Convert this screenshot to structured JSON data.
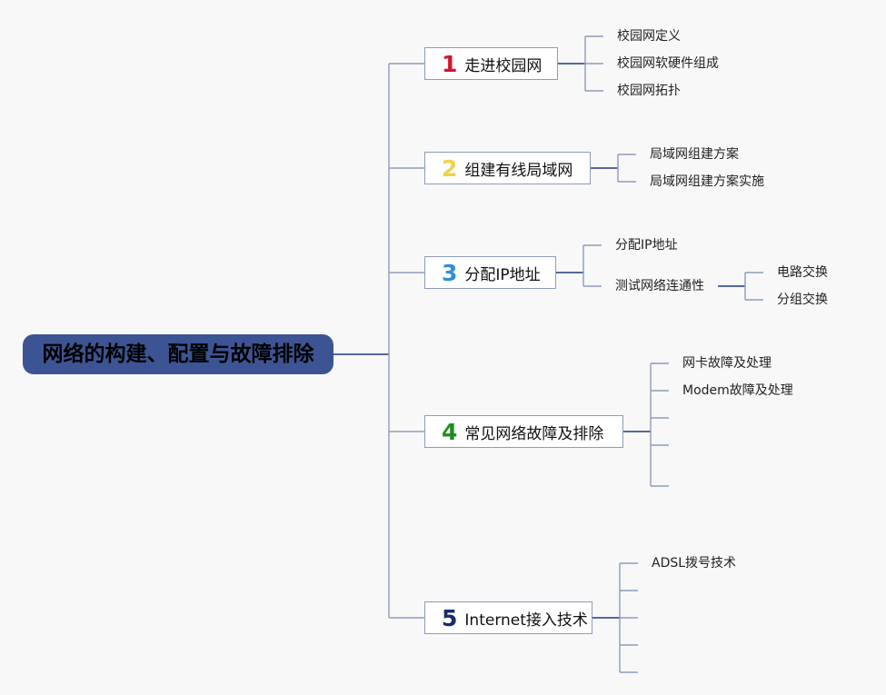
{
  "root": {
    "title": "网络的构建、配置与故障排除"
  },
  "branches": [
    {
      "num": "1",
      "color": "#d1172f",
      "label": "走进校园网",
      "children": [
        "校园网定义",
        "校园网软硬件组成",
        "校园网拓扑"
      ]
    },
    {
      "num": "2",
      "color": "#f0d24a",
      "label": "组建有线局域网",
      "children": [
        "局域网组建方案",
        "局域网组建方案实施"
      ]
    },
    {
      "num": "3",
      "color": "#2f8fd6",
      "label": "分配IP地址",
      "children": [
        "分配IP地址",
        "测试网络连通性"
      ],
      "grandchildren": [
        "电路交换",
        "分组交换"
      ]
    },
    {
      "num": "4",
      "color": "#1f8e1f",
      "label": "常见网络故障及排除",
      "children": [
        "网卡故障及处理",
        "Modem故障及处理",
        "",
        "",
        ""
      ]
    },
    {
      "num": "5",
      "color": "#1b2a6b",
      "label": "Internet接入技术",
      "children": [
        "ADSL拨号技术",
        "",
        "",
        "",
        ""
      ]
    }
  ]
}
